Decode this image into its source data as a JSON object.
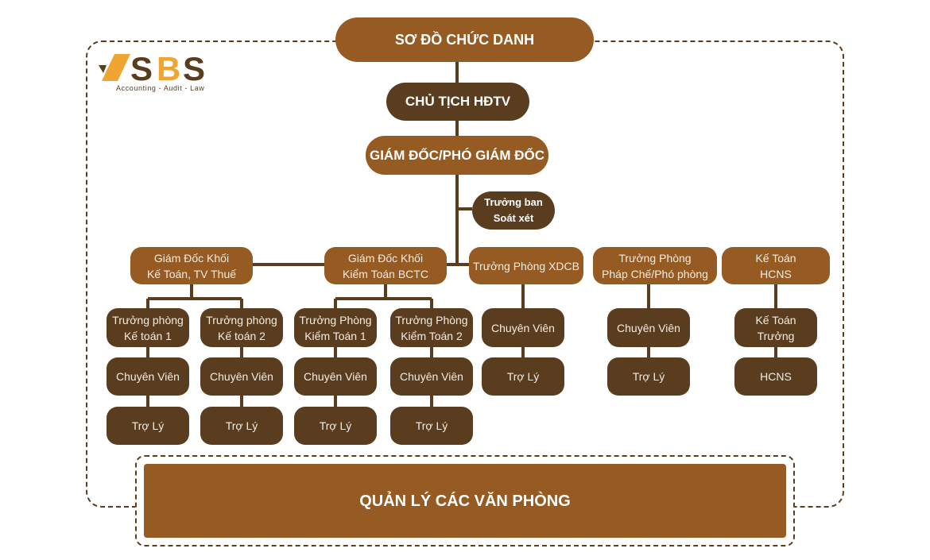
{
  "title": "SƠ ĐỒ CHỨC DANH",
  "logo": {
    "text": "SBS",
    "tagline": "Accounting - Audit - Law"
  },
  "chairman": "CHỦ TỊCH HĐTV",
  "director": "GIÁM ĐỐC/PHÓ GIÁM ĐỐC",
  "review_head": "Trưởng ban\nSoát xét",
  "divisions": [
    {
      "label": "Giám Đốc Khối\nKế Toán, TV Thuế"
    },
    {
      "label": "Giám Đốc Khối\nKiểm Toán BCTC"
    },
    {
      "label": "Trưởng Phòng XDCB"
    },
    {
      "label": "Trưởng Phòng\nPháp Chế/Phó phòng"
    },
    {
      "label": "Kế Toán\nHCNS"
    }
  ],
  "columns": [
    [
      "Trưởng phòng\nKế toán 1",
      "Chuyên Viên",
      "Trợ Lý"
    ],
    [
      "Trưởng phòng\nKế toán 2",
      "Chuyên Viên",
      "Trợ Lý"
    ],
    [
      "Trưởng Phòng\nKiểm Toán 1",
      "Chuyên Viên",
      "Trợ Lý"
    ],
    [
      "Trưởng Phòng\nKiểm Toán 2",
      "Chuyên Viên",
      "Trợ Lý"
    ],
    [
      "Chuyên Viên",
      "Trợ Lý"
    ],
    [
      "Chuyên Viên",
      "Trợ Lý"
    ],
    [
      "Kế Toán\nTrưởng",
      "HCNS"
    ]
  ],
  "office_management": "QUẢN LÝ CÁC VĂN PHÒNG",
  "colors": {
    "orange": "#955b22",
    "dark": "#5a3d1e",
    "logo_orange": "#f0a431"
  }
}
